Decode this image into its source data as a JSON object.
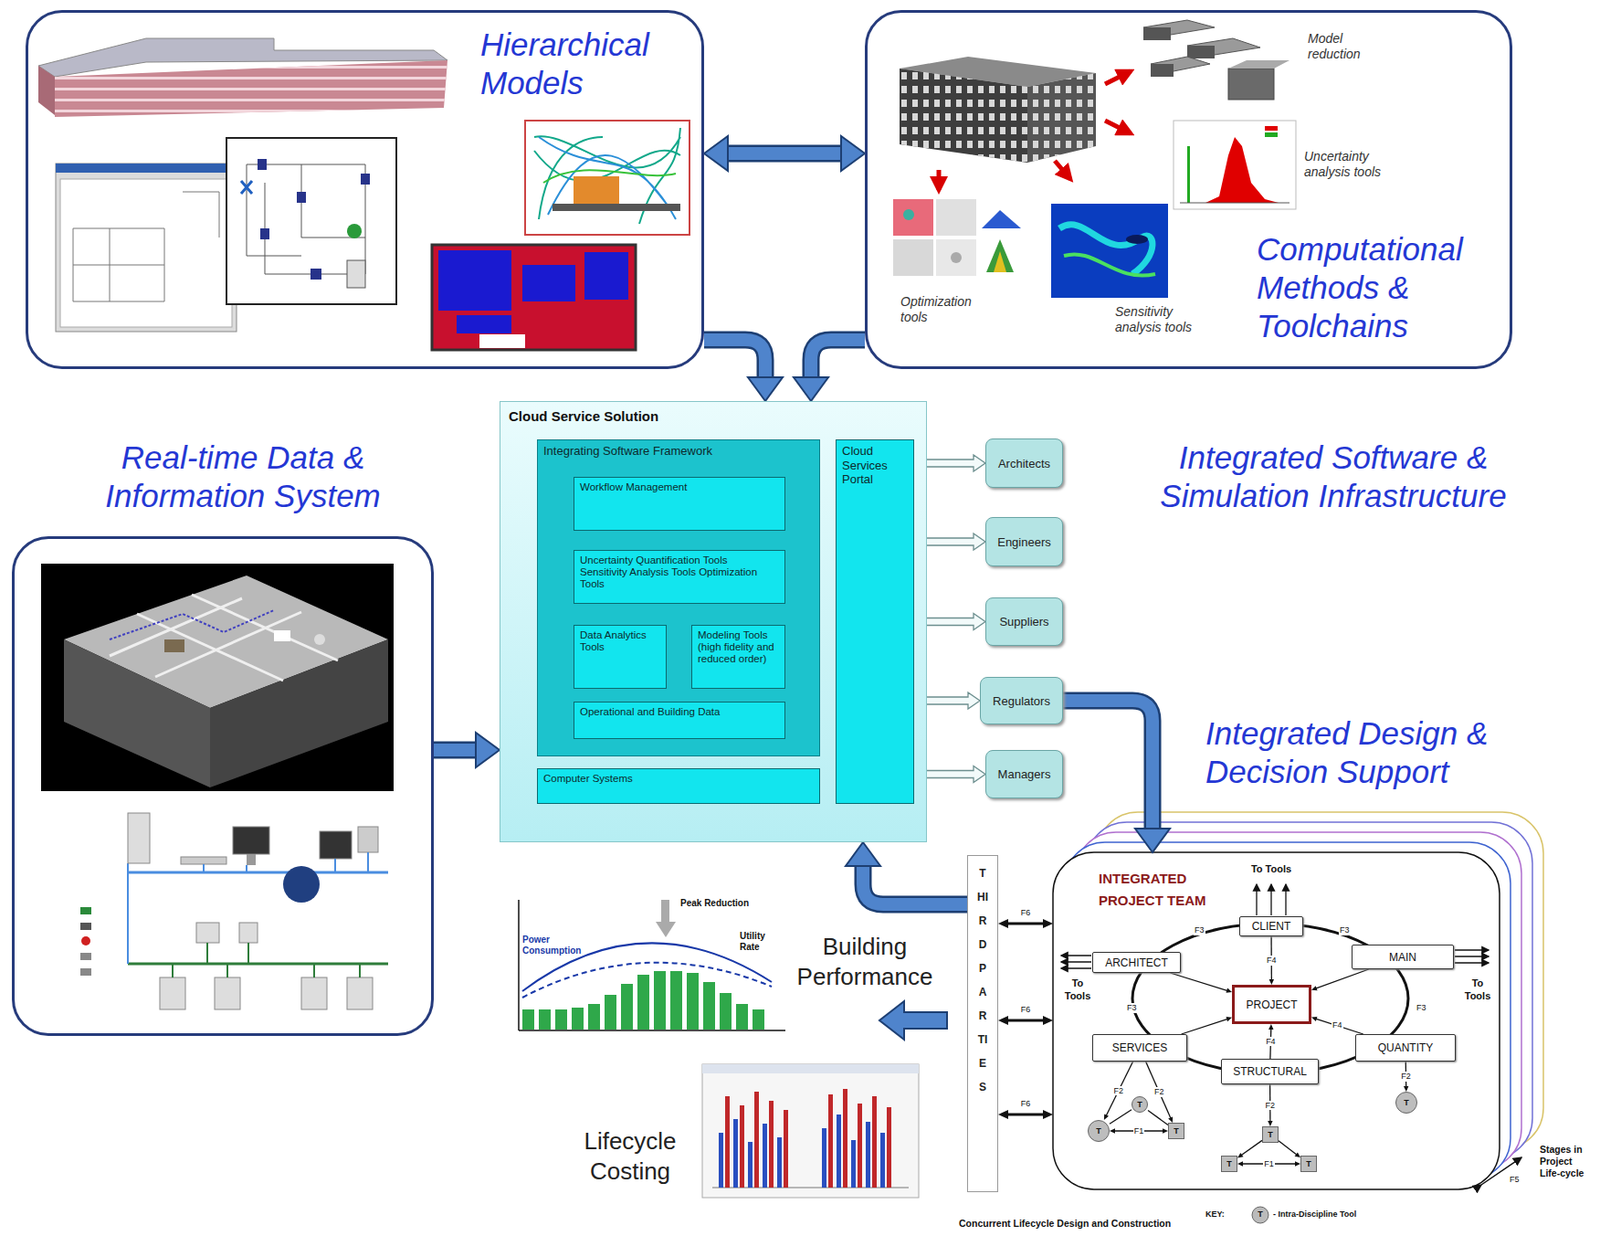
{
  "diagram": {
    "nodes": [
      {
        "text": [
          "Hierarchical Models"
        ]
      },
      {
        "text": [
          "Computational Methods & Toolchains"
        ]
      },
      {
        "text": [
          "Real-time Data & Information System"
        ]
      },
      {
        "text": [
          "Cloud Service Solution"
        ]
      },
      {
        "text": [
          "Integrating Software Framework"
        ],
        "in": 3
      },
      {
        "text": [
          "Workflow Management"
        ],
        "in": 4
      },
      {
        "text": [
          "Uncertainty Quantification Tools Sensitivity Analysis Tools Optimization Tools"
        ],
        "in": 4
      },
      {
        "text": [
          "Data Analytics Tools"
        ],
        "in": 4
      },
      {
        "text": [
          "Modeling Tools (high fidelity and reduced order)"
        ],
        "in": 4
      },
      {
        "text": [
          "Operational and Building Data"
        ],
        "in": 4
      },
      {
        "text": [
          "Computer Systems"
        ],
        "in": 3
      },
      {
        "text": [
          "Cloud Services Portal"
        ],
        "in": 3
      },
      {
        "text": [
          "Architects"
        ]
      },
      {
        "text": [
          "Engineers"
        ]
      },
      {
        "text": [
          "Suppliers"
        ]
      },
      {
        "text": [
          "Regulators"
        ]
      },
      {
        "text": [
          "Managers"
        ]
      },
      {
        "text": [
          "THIRD PARTIES"
        ]
      },
      {
        "text": [
          "Integrated Design & Decision Support",
          "INTEGRATED PROJECT TEAM"
        ]
      },
      {
        "text": [
          "CLIENT"
        ],
        "in": 18
      },
      {
        "text": [
          "ARCHITECT"
        ],
        "in": 18
      },
      {
        "text": [
          "MAIN"
        ],
        "in": 18
      },
      {
        "text": [
          "PROJECT"
        ],
        "in": 18
      },
      {
        "text": [
          "SERVICES"
        ],
        "in": 18
      },
      {
        "text": [
          "QUANTITY"
        ],
        "in": 18
      },
      {
        "text": [
          "STRUCTURAL"
        ],
        "in": 18
      },
      {
        "text": [
          "T"
        ],
        "in": 18
      },
      {
        "text": [
          "T"
        ],
        "in": 18
      },
      {
        "text": [
          "T"
        ],
        "in": 18
      },
      {
        "text": [
          "T"
        ],
        "in": 18
      },
      {
        "text": [
          "T"
        ],
        "in": 18
      },
      {
        "text": [
          "T"
        ],
        "in": 18
      },
      {
        "text": [
          "T"
        ],
        "in": 18
      }
    ],
    "edges": [
      {
        "from": 0,
        "to": 1,
        "arrow": "both"
      },
      {
        "from": 0,
        "to": 3,
        "arrow": "to"
      },
      {
        "from": 1,
        "to": 3,
        "arrow": "to"
      },
      {
        "from": 2,
        "to": 3,
        "arrow": "to"
      },
      {
        "from": 11,
        "to": 12,
        "arrow": "both"
      },
      {
        "from": 11,
        "to": 13,
        "arrow": "both"
      },
      {
        "from": 11,
        "to": 14,
        "arrow": "both"
      },
      {
        "from": 11,
        "to": 15,
        "arrow": "both"
      },
      {
        "from": 11,
        "to": 16,
        "arrow": "both"
      },
      {
        "from": 15,
        "to": 18,
        "arrow": "to"
      },
      {
        "from": 17,
        "to": 3,
        "arrow": "to"
      },
      {
        "from": 17,
        "to": 18,
        "arrow": "both",
        "label": "F6"
      },
      {
        "from": 17,
        "to": 18,
        "arrow": "both",
        "label": "F6"
      },
      {
        "from": 17,
        "to": 18,
        "arrow": "both",
        "label": "F6"
      },
      {
        "from": 19,
        "to": 22,
        "arrow": "to",
        "label": "F4"
      },
      {
        "from": 20,
        "to": 22,
        "arrow": "to"
      },
      {
        "from": 21,
        "to": 22,
        "arrow": "to"
      },
      {
        "from": 23,
        "to": 22,
        "arrow": "to"
      },
      {
        "from": 24,
        "to": 22,
        "arrow": "to",
        "label": "F4"
      },
      {
        "from": 25,
        "to": 22,
        "arrow": "to",
        "label": "F4"
      },
      {
        "from": 23,
        "to": 26,
        "arrow": "to",
        "label": "F2"
      },
      {
        "from": 23,
        "to": 28,
        "arrow": "to",
        "label": "F2"
      },
      {
        "from": 26,
        "to": 28,
        "arrow": "both",
        "label": "F1"
      },
      {
        "from": 26,
        "to": 27,
        "arrow": "none"
      },
      {
        "from": 27,
        "to": 28,
        "arrow": "none"
      },
      {
        "from": 25,
        "to": 29,
        "arrow": "to",
        "label": "F2"
      },
      {
        "from": 29,
        "to": 30,
        "arrow": "to"
      },
      {
        "from": 29,
        "to": 31,
        "arrow": "to"
      },
      {
        "from": 30,
        "to": 31,
        "arrow": "both",
        "label": "F1"
      },
      {
        "from": 24,
        "to": 32,
        "arrow": "to",
        "label": "F2"
      }
    ],
    "labels": [
      "Model reduction",
      "Uncertainty analysis tools",
      "Optimization tools",
      "Sensitivity analysis tools",
      "Integrated Software & Simulation Infrastructure",
      "Peak Reduction",
      "Power Consumption",
      "Utility Rate",
      "Building Performance",
      "Lifecycle Costing",
      "To Tools",
      "To Tools",
      "To Tools",
      "F3",
      "F3",
      "F3",
      "F3",
      "F5",
      "Stages in Project Life-cycle",
      "Concurrent Lifecycle Design and Construction",
      "KEY:",
      "T"
    ],
    "legend": [
      {
        "text": "- Intra-Discipline Tool"
      }
    ]
  }
}
